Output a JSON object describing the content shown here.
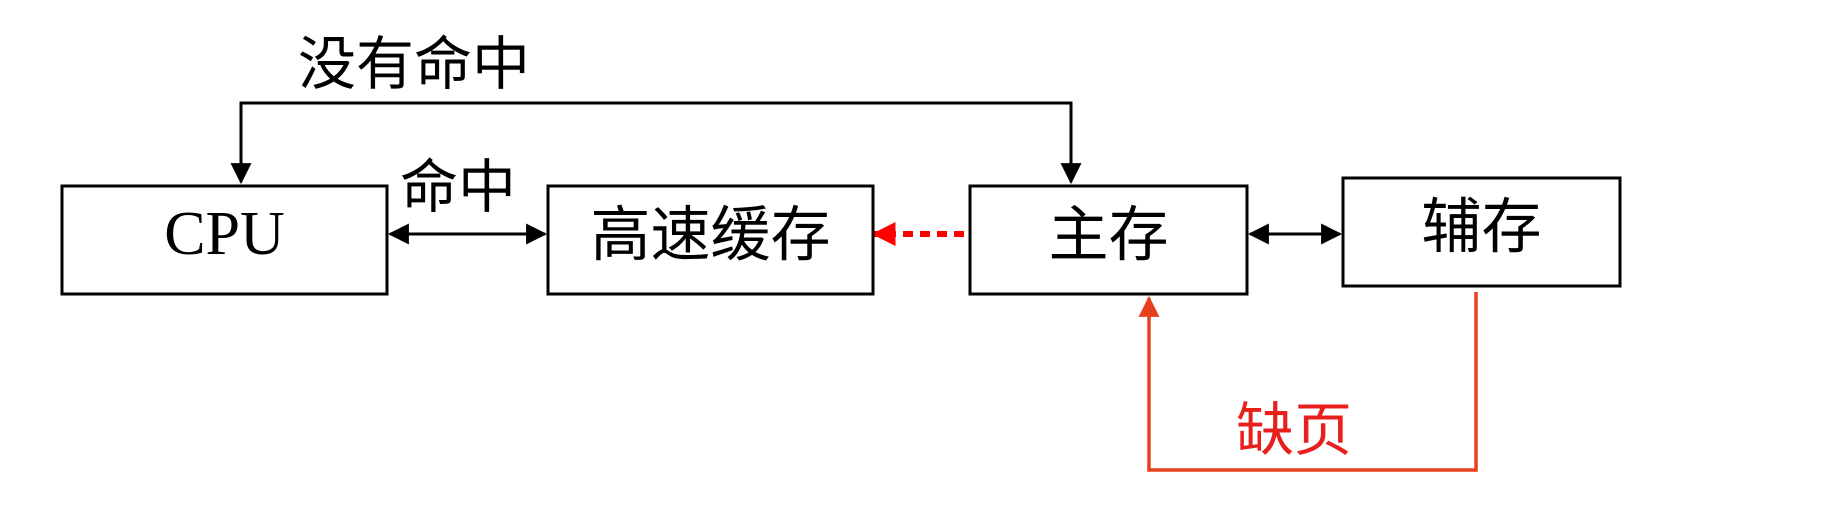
{
  "nodes": {
    "cpu": "CPU",
    "cache": "高速缓存",
    "main_memory": "主存",
    "secondary_storage": "辅存"
  },
  "labels": {
    "miss": "没有命中",
    "hit": "命中",
    "page_fault": "缺页"
  },
  "colors": {
    "line": "#000000",
    "page_fault_path": "#e8401c",
    "page_fault_label": "#e8201c",
    "cache_fill_arrow": "#ff0000"
  }
}
